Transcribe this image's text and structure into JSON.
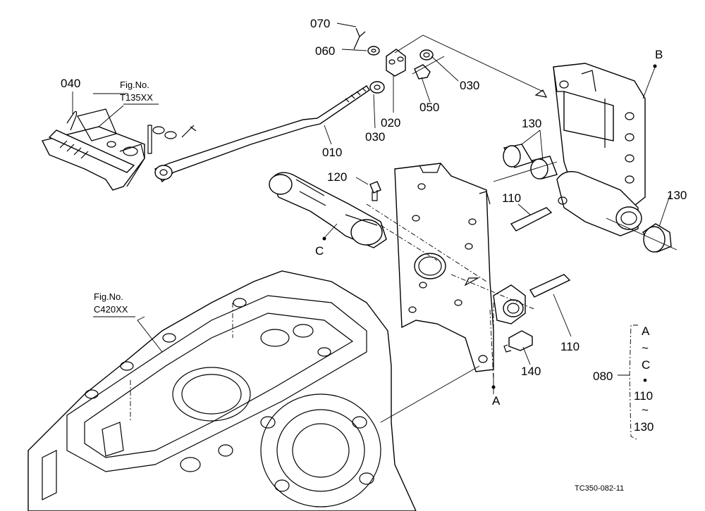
{
  "callouts": {
    "p070": "070",
    "p060": "060",
    "p030a": "030",
    "p050": "050",
    "p020": "020",
    "p030b": "030",
    "p040": "040",
    "p010": "010",
    "p120": "120",
    "p130a": "130",
    "p130b": "130",
    "p110a": "110",
    "p110b": "110",
    "p140": "140",
    "pointB": "B",
    "pointC": "C",
    "pointA": "A"
  },
  "figure_refs": {
    "ref1_label": "Fig.No.",
    "ref1_code": "T135XX",
    "ref2_label": "Fig.No.",
    "ref2_code": "C420XX"
  },
  "assembly_group": {
    "number": "080",
    "line1": "A",
    "line2": "~",
    "line3": "C",
    "line4": "•",
    "line5": "110",
    "line6": "~",
    "line7": "130"
  },
  "drawing_code": "TC350-082-11"
}
